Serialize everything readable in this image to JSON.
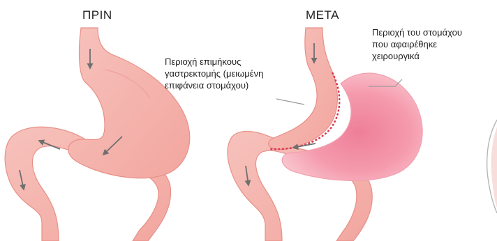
{
  "labels": {
    "before": "ΠΡΙΝ",
    "after": "ΜΕΤΑ"
  },
  "annotations": {
    "sleeve_area": [
      "Περιοχή επιμήκους",
      "γαστρεκτομής (μειωμένη",
      "επιφάνεια στομάχου)"
    ],
    "removed_area": [
      "Περιοχή του στομάχου",
      "που αφαιρέθηκε",
      "χειρουργικά"
    ]
  },
  "colors": {
    "stomach_fill": "#f4b2ac",
    "stomach_edge": "#e79088",
    "stomach_shade": "#ea9a92",
    "removed_fill": "#f7a3b3",
    "removed_core": "#ee7f99",
    "staple_line": "#d8374f",
    "arrow": "#6f6f6f",
    "leader_line": "#9a9a9a"
  }
}
